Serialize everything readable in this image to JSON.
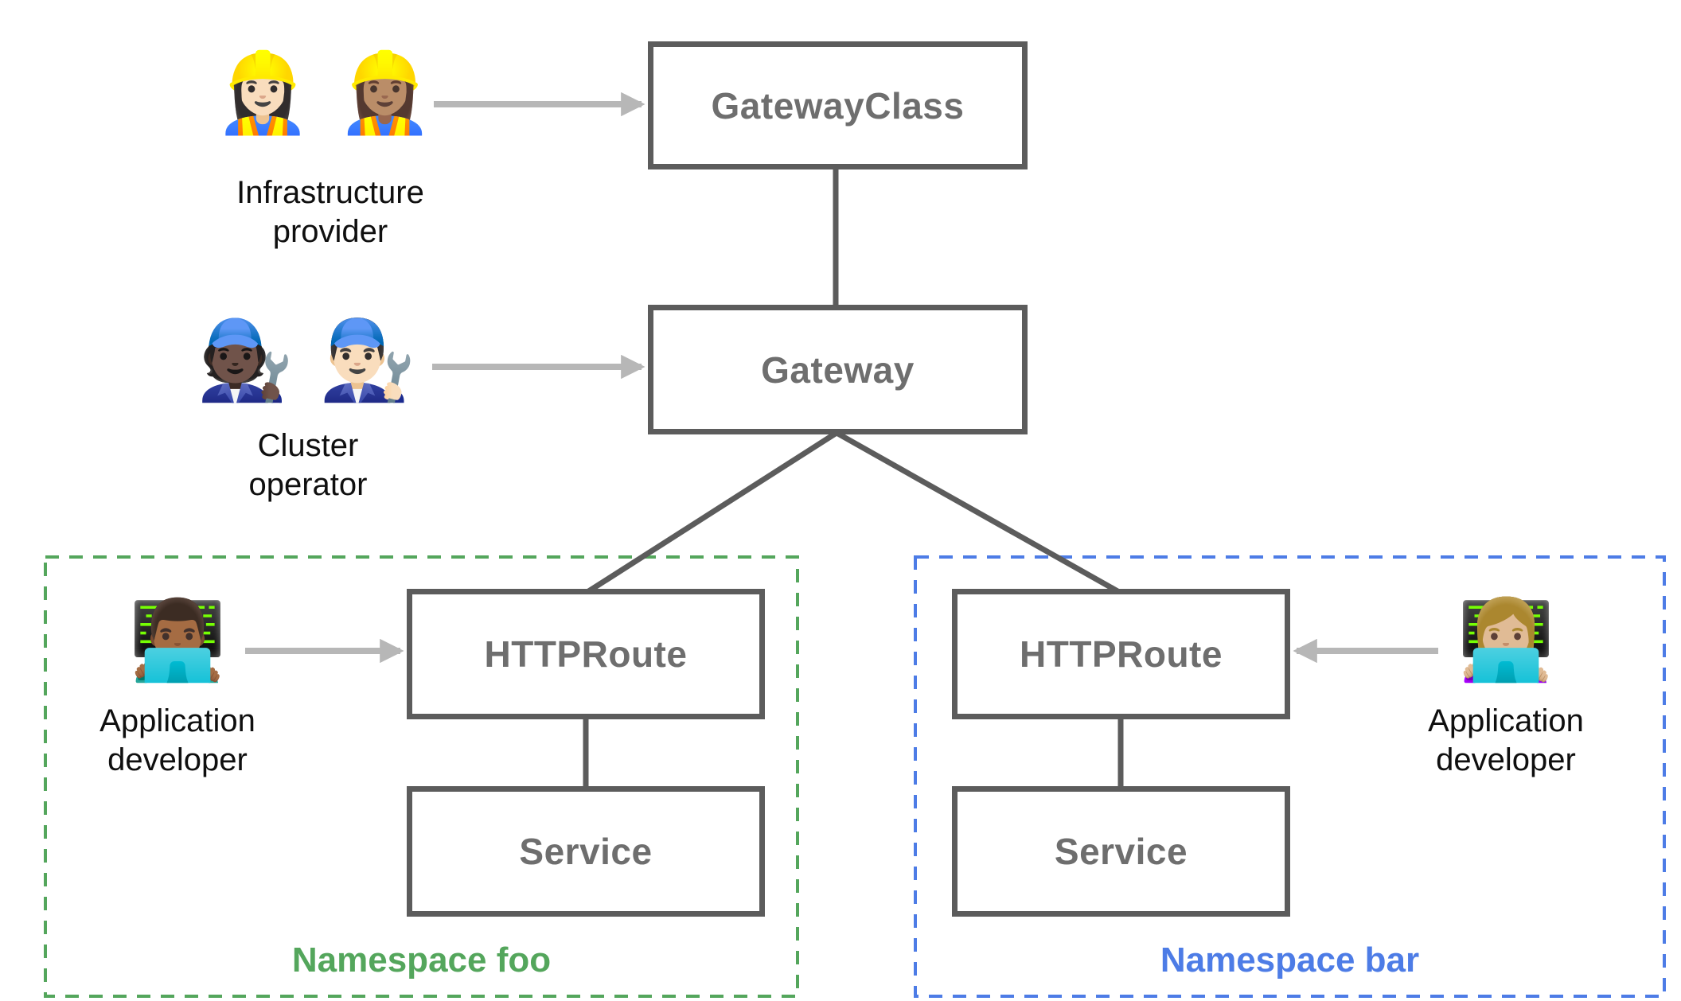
{
  "colors": {
    "box_border": "#5c5c5c",
    "box_text": "#6e6e6e",
    "connector": "#5c5c5c",
    "arrow": "#b7b7b7",
    "person_label_text": "#0f0f0f",
    "namespace_foo": "#54a65c",
    "namespace_bar": "#4d7ce6",
    "background": "#ffffff"
  },
  "nodes": {
    "gateway_class": {
      "label": "GatewayClass"
    },
    "gateway": {
      "label": "Gateway"
    },
    "httproute_foo": {
      "label": "HTTPRoute"
    },
    "service_foo": {
      "label": "Service"
    },
    "httproute_bar": {
      "label": "HTTPRoute"
    },
    "service_bar": {
      "label": "Service"
    }
  },
  "actors": {
    "infrastructure_provider": {
      "emoji": "👷🏻‍♀️ 👷🏽‍♀️",
      "label": "Infrastructure provider"
    },
    "cluster_operator": {
      "emoji": "🧑🏿‍🔧 👨🏻‍🔧",
      "label": "Cluster operator"
    },
    "app_developer_foo": {
      "emoji": "👨🏾‍💻",
      "label": "Application developer"
    },
    "app_developer_bar": {
      "emoji": "👩🏼‍💻",
      "label": "Application developer"
    }
  },
  "namespaces": {
    "foo": {
      "label": "Namespace foo"
    },
    "bar": {
      "label": "Namespace bar"
    }
  }
}
